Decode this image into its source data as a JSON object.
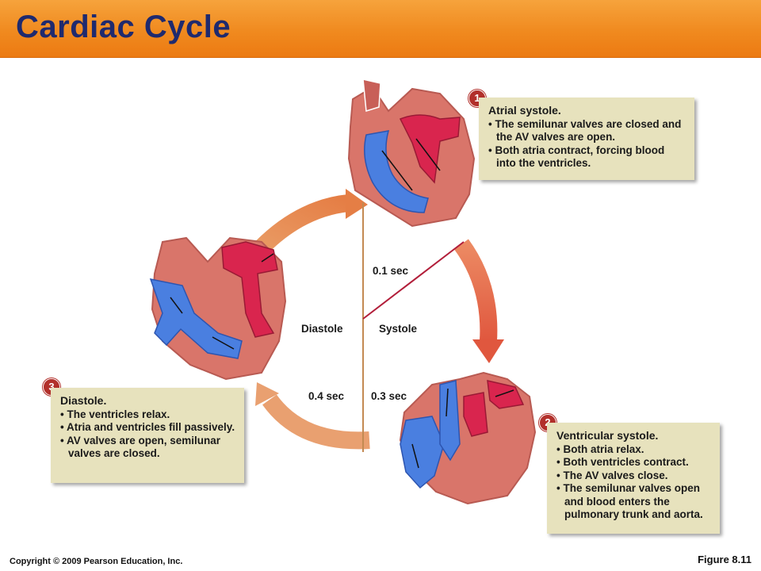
{
  "title": "Cardiac Cycle",
  "labels": {
    "diastole": "Diastole",
    "systole": "Systole",
    "t01": "0.1 sec",
    "t04": "0.4 sec",
    "t03": "0.3 sec"
  },
  "steps": [
    {
      "number": "1",
      "heading": "Atrial systole.",
      "bullets": [
        "• The semilunar valves are closed and the AV valves are open.",
        "• Both atria contract, forcing blood into the ventricles."
      ]
    },
    {
      "number": "2",
      "heading": "Ventricular systole.",
      "bullets": [
        "• Both atria relax.",
        "• Both ventricles contract.",
        "• The AV valves close.",
        "• The semilunar valves open and blood enters the pulmonary trunk and aorta."
      ]
    },
    {
      "number": "3",
      "heading": "Diastole.",
      "bullets": [
        "• The ventricles relax.",
        "• Atria and ventricles fill passively.",
        "• AV valves are open, semilunar valves are closed."
      ]
    }
  ],
  "footer": {
    "copyright": "Copyright © 2009 Pearson Education, Inc.",
    "figure": "Figure 8.11"
  },
  "colors": {
    "header": "#f08a1f",
    "title": "#1f2a6e",
    "box": "#e7e2bd",
    "badge": "#b2302b",
    "heart_muscle": "#d9756a",
    "oxygenated": "#d9254e",
    "deoxygenated": "#3d6fd6",
    "arrow": "#e8905a"
  }
}
